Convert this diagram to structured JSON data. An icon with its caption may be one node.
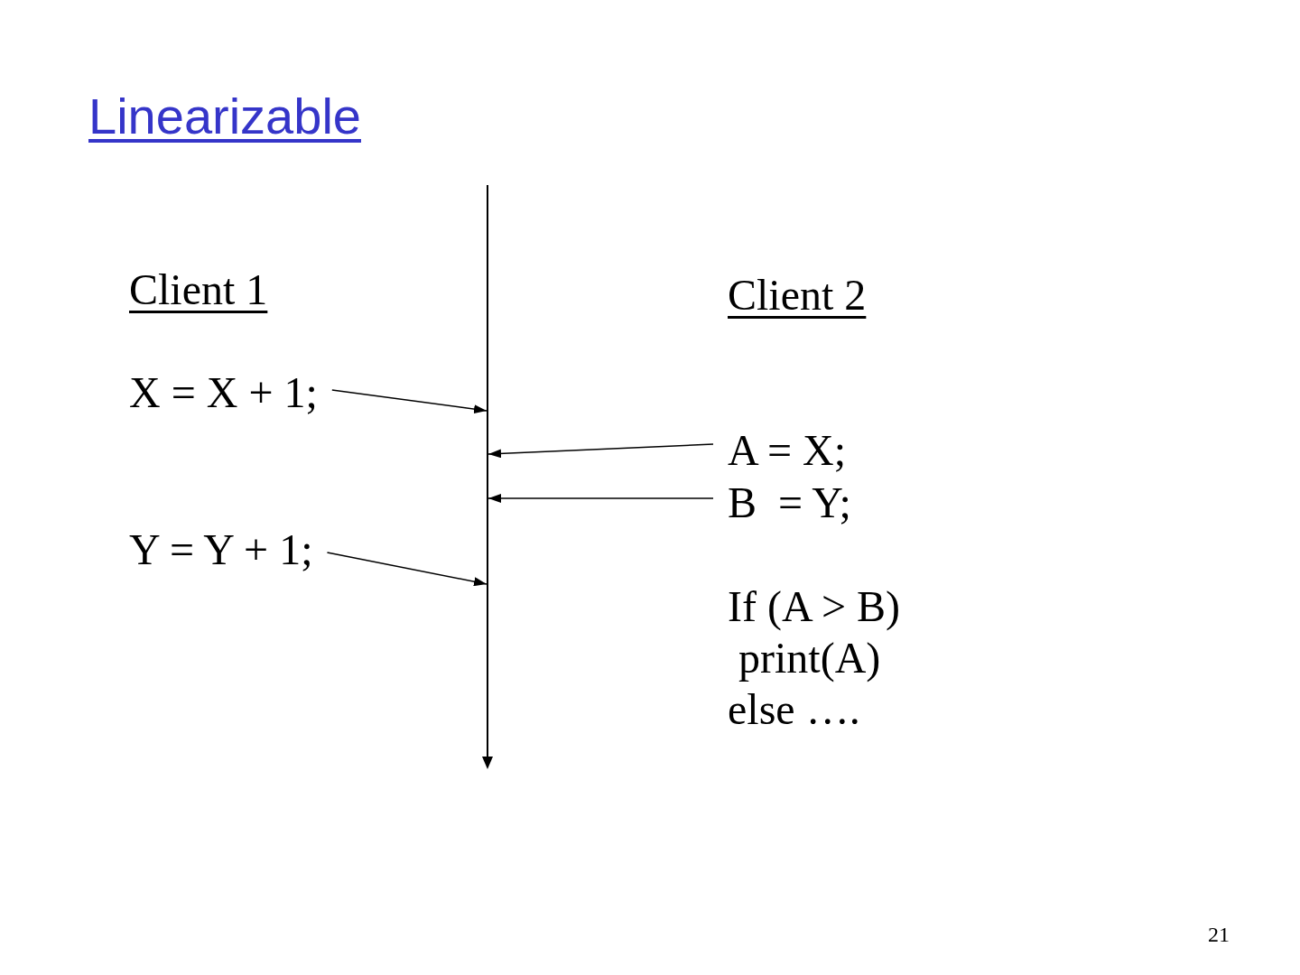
{
  "diagram": {
    "title": "Linearizable",
    "nodes": [
      {
        "text": [
          "X = X + 1;"
        ]
      },
      {
        "text": [
          "A = X;"
        ]
      },
      {
        "text": [
          "B  = Y;"
        ]
      },
      {
        "text": [
          "Y = Y + 1;"
        ]
      }
    ],
    "edges": [
      {
        "from": 0,
        "to": null,
        "arrow": "to"
      },
      {
        "from": 1,
        "to": null,
        "arrow": "to"
      },
      {
        "from": 2,
        "to": null,
        "arrow": "to"
      },
      {
        "from": 3,
        "to": null,
        "arrow": "to"
      }
    ],
    "labels": [
      "Client 1",
      "Client 2",
      "If (A > B)",
      "print(A)",
      "else ….",
      "21"
    ]
  }
}
